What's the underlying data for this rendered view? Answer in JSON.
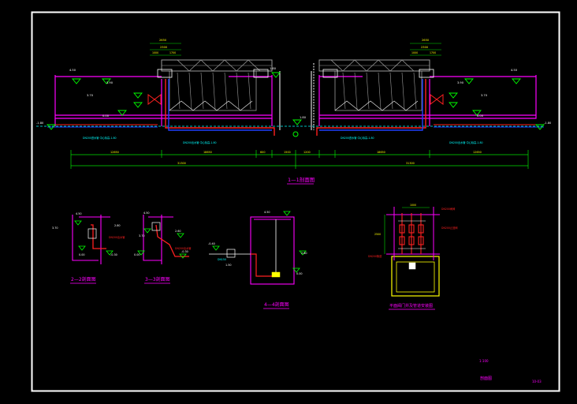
{
  "sheet": {
    "scale_note": "1:100",
    "drawing_title": "剖面图",
    "drawing_number": "10-03"
  },
  "main_section": {
    "title": "1—1剖面图",
    "dims_top_left": [
      "2650",
      "2300",
      "1000",
      "1700"
    ],
    "dims_top_right": [
      "2650",
      "2300",
      "1000",
      "1700"
    ],
    "dims_row1": [
      "12650",
      "18650",
      "600",
      "1500",
      "1200",
      "18650",
      "12650"
    ],
    "dims_row2": [
      "31300",
      "31300"
    ],
    "pipe_notes": [
      "DN200进水管 中心标高-1.80",
      "DN200出水管 中心标高-1.80",
      "DN200进水管 中心标高-1.80",
      "DN200出水管 中心标高-1.80"
    ],
    "elevations": [
      "4.50",
      "3.90",
      "3.70",
      "0.00",
      "-1.80",
      "1.80",
      "4.50",
      "3.90",
      "3.70",
      "0.00",
      "-1.80",
      "1.80"
    ]
  },
  "section_2": {
    "title": "2—2剖面图",
    "elevations": [
      "4.50",
      "3.70",
      "2.80",
      "0.00",
      "-0.30"
    ],
    "pipe_note": "DN200出水管"
  },
  "section_3": {
    "title": "3—3剖面图",
    "elevations": [
      "4.50",
      "3.70",
      "2.60",
      "0.00",
      "-0.30"
    ],
    "pipe_note": "DN200出水管"
  },
  "section_4": {
    "title": "4—4剖面图",
    "elevations": [
      "4.50",
      "2.80",
      "1.50",
      "0.00",
      "-0.40"
    ],
    "pipe_note": "DN150"
  },
  "section_valve": {
    "title": "平面阀门井及管道安装图",
    "notes": [
      "DN200闸阀",
      "DN200止回阀",
      "DN200管道"
    ],
    "dims": [
      "1000",
      "2500"
    ]
  },
  "colors": {
    "frame": "#ffffff",
    "wall": "#ff00ff",
    "pipe_red": "#ff2020",
    "pipe_blue": "#2040ff",
    "elev_green": "#00ff00",
    "dim_green": "#00e000",
    "structure_gray": "#9a9a9a",
    "dim_text": "#ffff00",
    "label_magenta": "#ff00ff",
    "valve_yellow": "#ffff00",
    "pipe_cyan": "#00ffff"
  }
}
